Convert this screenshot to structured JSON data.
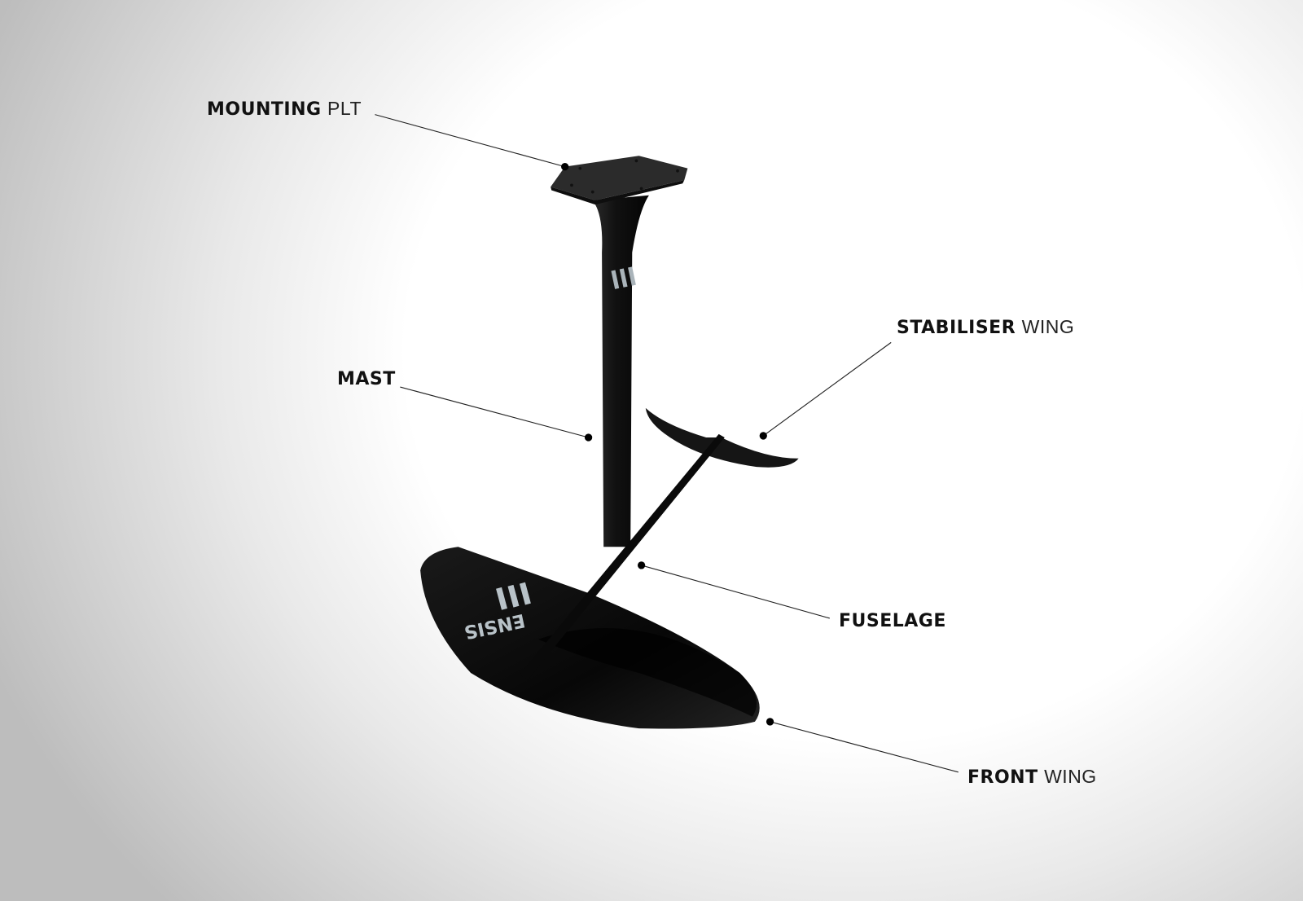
{
  "labels": {
    "mounting_plate": {
      "bold": "MOUNTING",
      "light": "PLT"
    },
    "mast": {
      "bold": "MAST",
      "light": ""
    },
    "stabiliser_wing": {
      "bold": "STABILISER",
      "light": "WING"
    },
    "fuselage": {
      "bold": "FUSELAGE",
      "light": ""
    },
    "front_wing": {
      "bold": "FRONT",
      "light": "WING"
    }
  },
  "logo_text": "ENSIS",
  "colors": {
    "foil": "#111111",
    "leader_line": "#222222",
    "background": "#ffffff"
  }
}
